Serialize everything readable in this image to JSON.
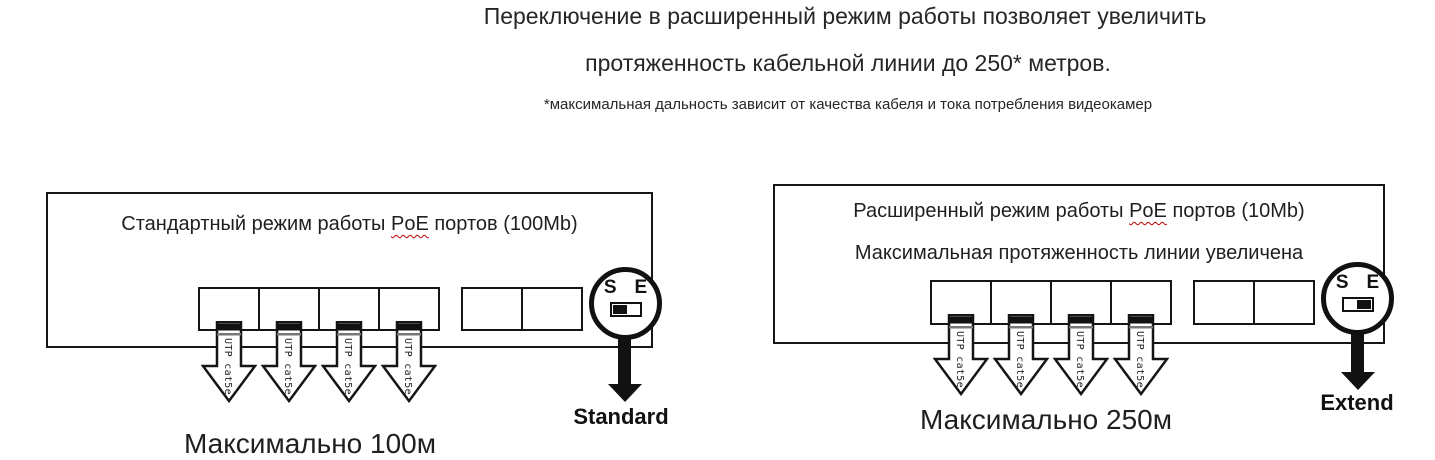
{
  "header": {
    "line1": "Переключение в расширенный режим работы позволяет увеличить",
    "line2": "протяженность кабельной линии до 250* метров.",
    "footnote": "*максимальная дальность зависит от качества кабеля и тока потребления видеокамер"
  },
  "cable_label": "UTP cat5e",
  "switch": {
    "s": "S",
    "e": "E"
  },
  "panels": {
    "standard": {
      "title_prefix": "Стандартный режим работы ",
      "poe_word": "PoE",
      "title_suffix": " портов (100Mb)",
      "mode_label": "Standard",
      "max_label": "Максимально 100м"
    },
    "extend": {
      "title_prefix": "Расширенный режим работы ",
      "poe_word": "PoE",
      "title_suffix": " портов (10Mb)",
      "subtitle": "Максимальная  протяженность линии увеличена",
      "mode_label": "Extend",
      "max_label": "Максимально 250м"
    }
  },
  "colors": {
    "spellcheck_underline": "#c00000",
    "ink": "#1f1f1f"
  }
}
